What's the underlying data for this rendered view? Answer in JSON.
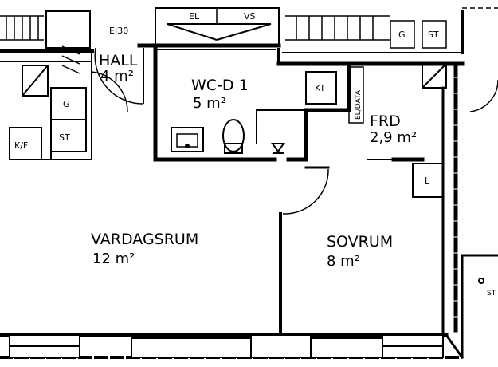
{
  "rooms": {
    "hall": {
      "name": "HALL",
      "area": "4 m²"
    },
    "wc": {
      "name": "WC-D 1",
      "area": "5 m²"
    },
    "frd": {
      "name": "FRD",
      "area": "2,9 m²"
    },
    "vardagsrum": {
      "name": "VARDAGSRUM",
      "area": "12 m²"
    },
    "sovrum": {
      "name": "SOVRUM",
      "area": "8 m²"
    }
  },
  "fixtures": {
    "ei30": "EI30",
    "el_top": "EL",
    "vs": "VS",
    "g_top": "G",
    "st_top": "ST",
    "g_left": "G",
    "st_left": "ST",
    "kf": "K/F",
    "kt": "KT",
    "el_data": "EL/DATA",
    "l": "L",
    "st_right": "ST"
  }
}
